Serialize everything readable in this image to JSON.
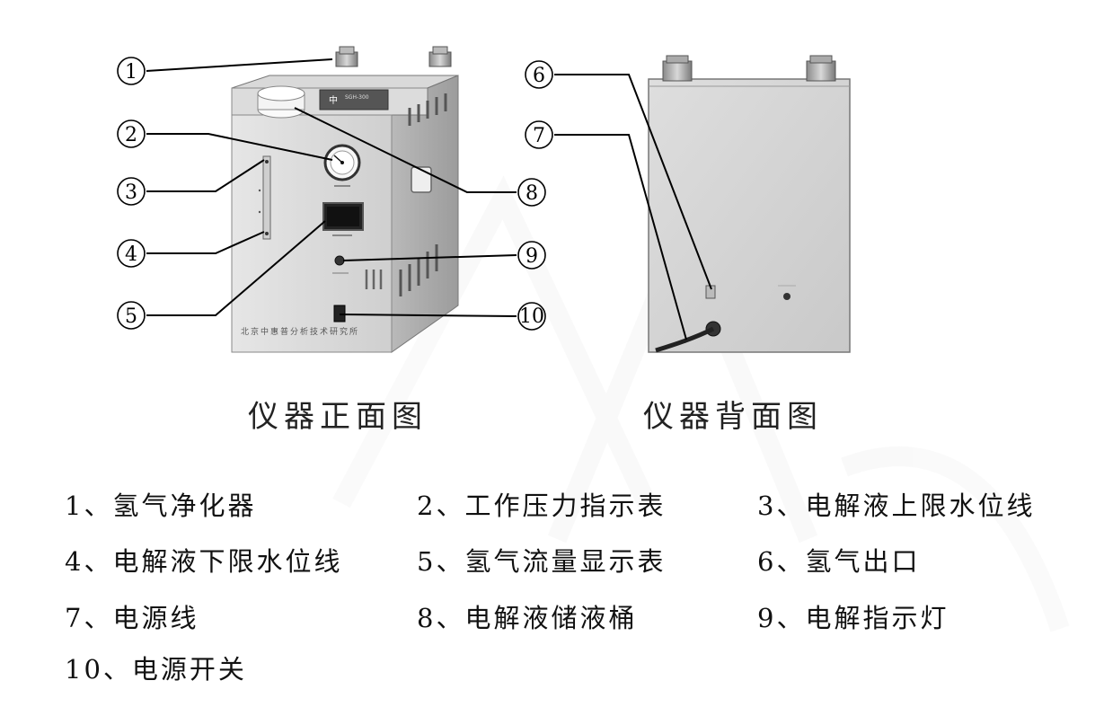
{
  "diagram": {
    "captions": {
      "front": "仪器正面图",
      "back": "仪器背面图"
    },
    "front_panel": {
      "brand_logo": "中",
      "model_text": "SGH-300",
      "maker_text": "北京中惠普分析技术研究所"
    },
    "callouts": [
      "1",
      "2",
      "3",
      "4",
      "5",
      "6",
      "7",
      "8",
      "9",
      "10"
    ],
    "legend": [
      {
        "number": "1、",
        "text": "氢气净化器"
      },
      {
        "number": "2、",
        "text": "工作压力指示表"
      },
      {
        "number": "3、",
        "text": "电解液上限水位线"
      },
      {
        "number": "4、",
        "text": "电解液下限水位线"
      },
      {
        "number": "5、",
        "text": "氢气流量显示表"
      },
      {
        "number": "6、",
        "text": "氢气出口"
      },
      {
        "number": "7、",
        "text": "电源线"
      },
      {
        "number": "8、",
        "text": "电解液储液桶"
      },
      {
        "number": "9、",
        "text": "电解指示灯"
      },
      {
        "number": "10、",
        "text": "电源开关"
      }
    ]
  }
}
